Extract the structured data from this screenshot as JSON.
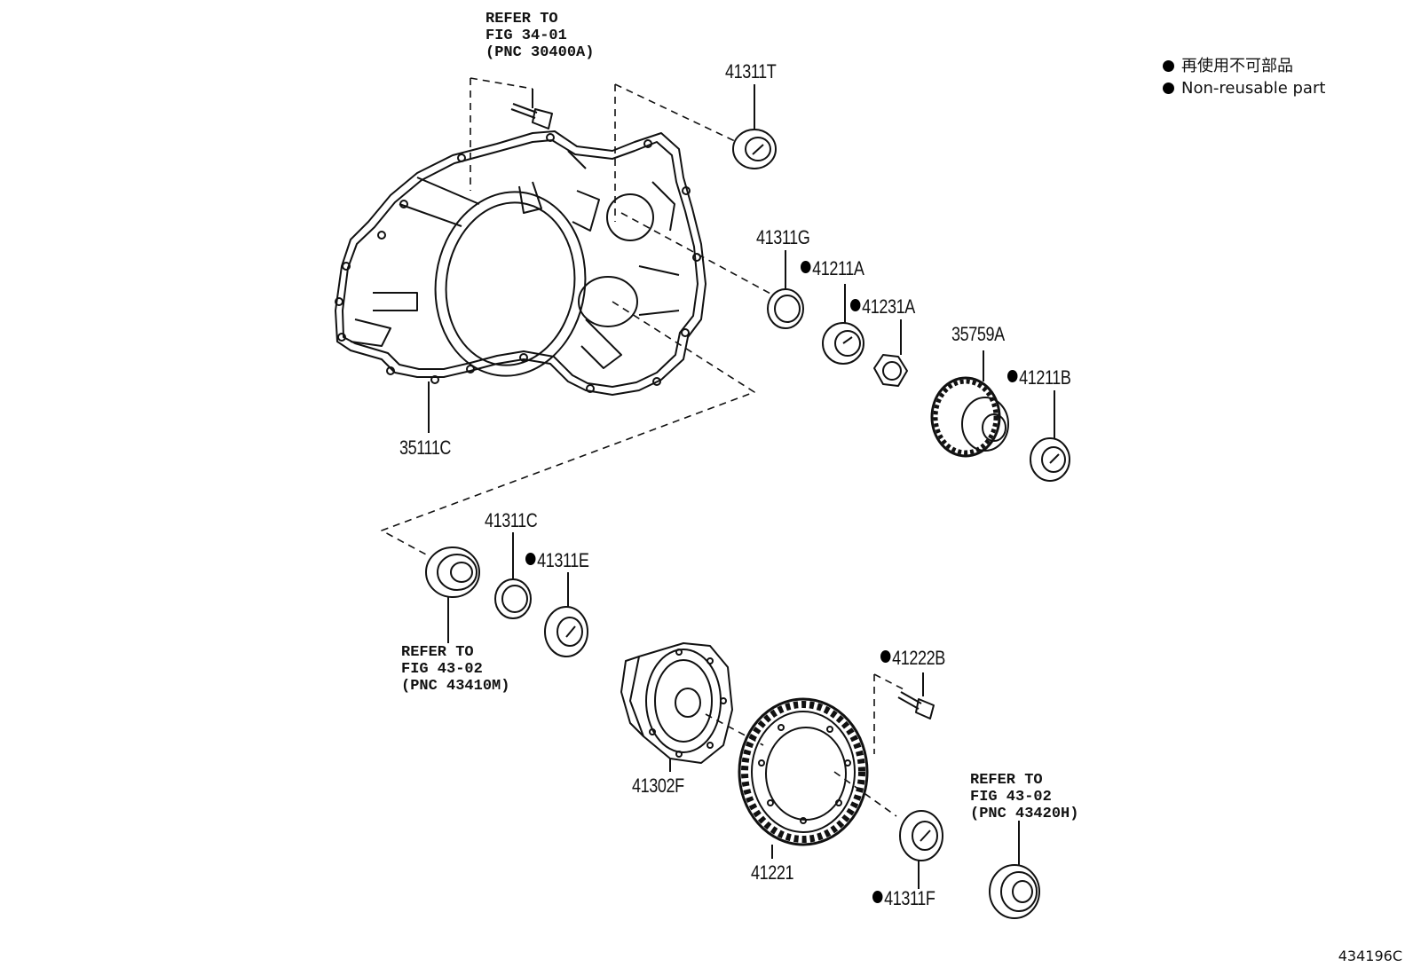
{
  "legend": {
    "jp": "再使用不可部品",
    "en": "Non-reusable part"
  },
  "figure_number": "434196C",
  "refs": {
    "top": "REFER TO\nFIG 34-01\n(PNC 30400A)",
    "left": "REFER TO\nFIG 43-02\n(PNC 43410M)",
    "right": "REFER TO\nFIG 43-02\n(PNC 43420H)"
  },
  "parts": {
    "p41311T": "41311T",
    "p41311G": "41311G",
    "p41211A": "41211A",
    "p41231A": "41231A",
    "p35759A": "35759A",
    "p41211B": "41211B",
    "p35111C": "35111C",
    "p41311C": "41311C",
    "p41311E": "41311E",
    "p41222B": "41222B",
    "p41302F": "41302F",
    "p41221": "41221",
    "p41311F": "41311F"
  }
}
